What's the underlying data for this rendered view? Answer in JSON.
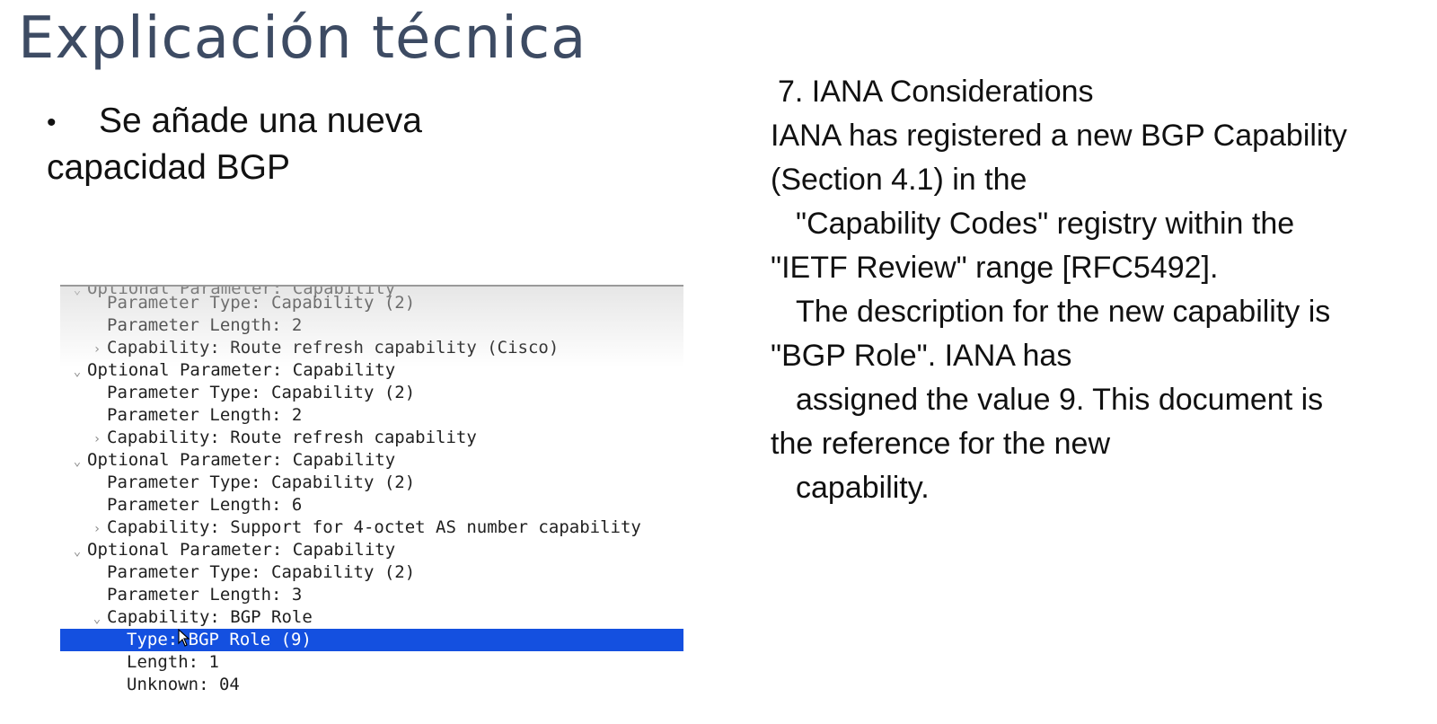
{
  "slide": {
    "title": "Explicación técnica",
    "bullet_symbol": "•",
    "bullet_line1": "Se añade una nueva",
    "bullet_line2": "capacidad BGP"
  },
  "packet_tree": {
    "rows": [
      {
        "arrow": "⌄",
        "label": "Optional Parameter: Capability"
      },
      {
        "arrow": "",
        "label": "Parameter Type: Capability (2)"
      },
      {
        "arrow": "",
        "label": "Parameter Length: 2"
      },
      {
        "arrow": "›",
        "label": "Capability: Route refresh capability (Cisco)"
      },
      {
        "arrow": "⌄",
        "label": "Optional Parameter: Capability"
      },
      {
        "arrow": "",
        "label": "Parameter Type: Capability (2)"
      },
      {
        "arrow": "",
        "label": "Parameter Length: 2"
      },
      {
        "arrow": "›",
        "label": "Capability: Route refresh capability"
      },
      {
        "arrow": "⌄",
        "label": "Optional Parameter: Capability"
      },
      {
        "arrow": "",
        "label": "Parameter Type: Capability (2)"
      },
      {
        "arrow": "",
        "label": "Parameter Length: 6"
      },
      {
        "arrow": "›",
        "label": "Capability: Support for 4-octet AS number capability"
      },
      {
        "arrow": "⌄",
        "label": "Optional Parameter: Capability"
      },
      {
        "arrow": "",
        "label": "Parameter Type: Capability (2)"
      },
      {
        "arrow": "",
        "label": "Parameter Length: 3"
      },
      {
        "arrow": "⌄",
        "label": "Capability: BGP Role"
      },
      {
        "arrow": "",
        "label": "Type: BGP Role (9)",
        "selected": true
      },
      {
        "arrow": "",
        "label": "Length: 1"
      },
      {
        "arrow": "",
        "label": "Unknown: 04"
      }
    ],
    "selected_bg": "#1450e0"
  },
  "rfc_text": {
    "lines": [
      "7. IANA Considerations",
      "IANA has registered a new BGP Capability",
      "(Section 4.1) in the",
      "\"Capability Codes\" registry within the",
      "\"IETF Review\" range [RFC5492].",
      "The description for the new capability is",
      "\"BGP Role\".  IANA has",
      "assigned the value 9.  This document is",
      "the reference for the new",
      "capability."
    ]
  },
  "colors": {
    "title": "#3d4b63",
    "text": "#111111"
  }
}
